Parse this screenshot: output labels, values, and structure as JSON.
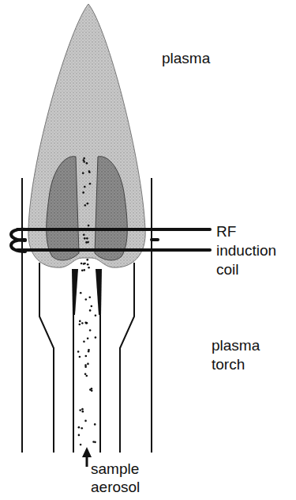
{
  "diagram": {
    "labels": [
      "plasma",
      "RF induction coil",
      "plasma torch",
      "sample aerosol"
    ]
  }
}
